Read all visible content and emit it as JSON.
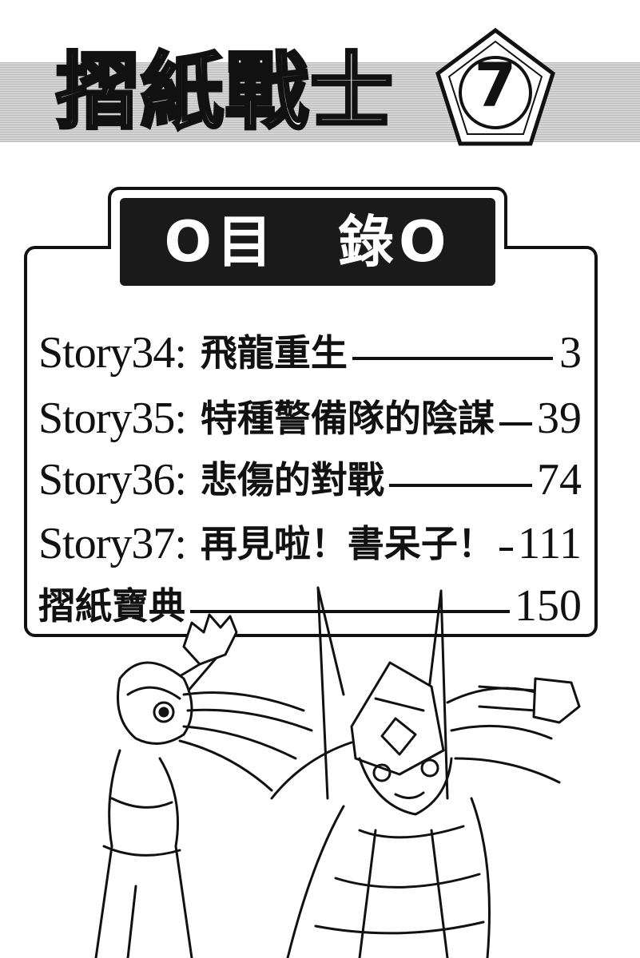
{
  "header": {
    "series_title": "摺紙戰士",
    "volume_number": "7"
  },
  "toc": {
    "heading": "O目　錄O",
    "entries": [
      {
        "story": "Story34:",
        "title": "飛龍重生",
        "page": "3"
      },
      {
        "story": "Story35:",
        "title": "特種警備隊的陰謀",
        "page": "39"
      },
      {
        "story": "Story36:",
        "title": "悲傷的對戰",
        "page": "74"
      },
      {
        "story": "Story37:",
        "title": "再見啦！書呆子！",
        "page": "111"
      },
      {
        "story": "",
        "title": "摺紙寶典",
        "page": "150"
      }
    ]
  }
}
